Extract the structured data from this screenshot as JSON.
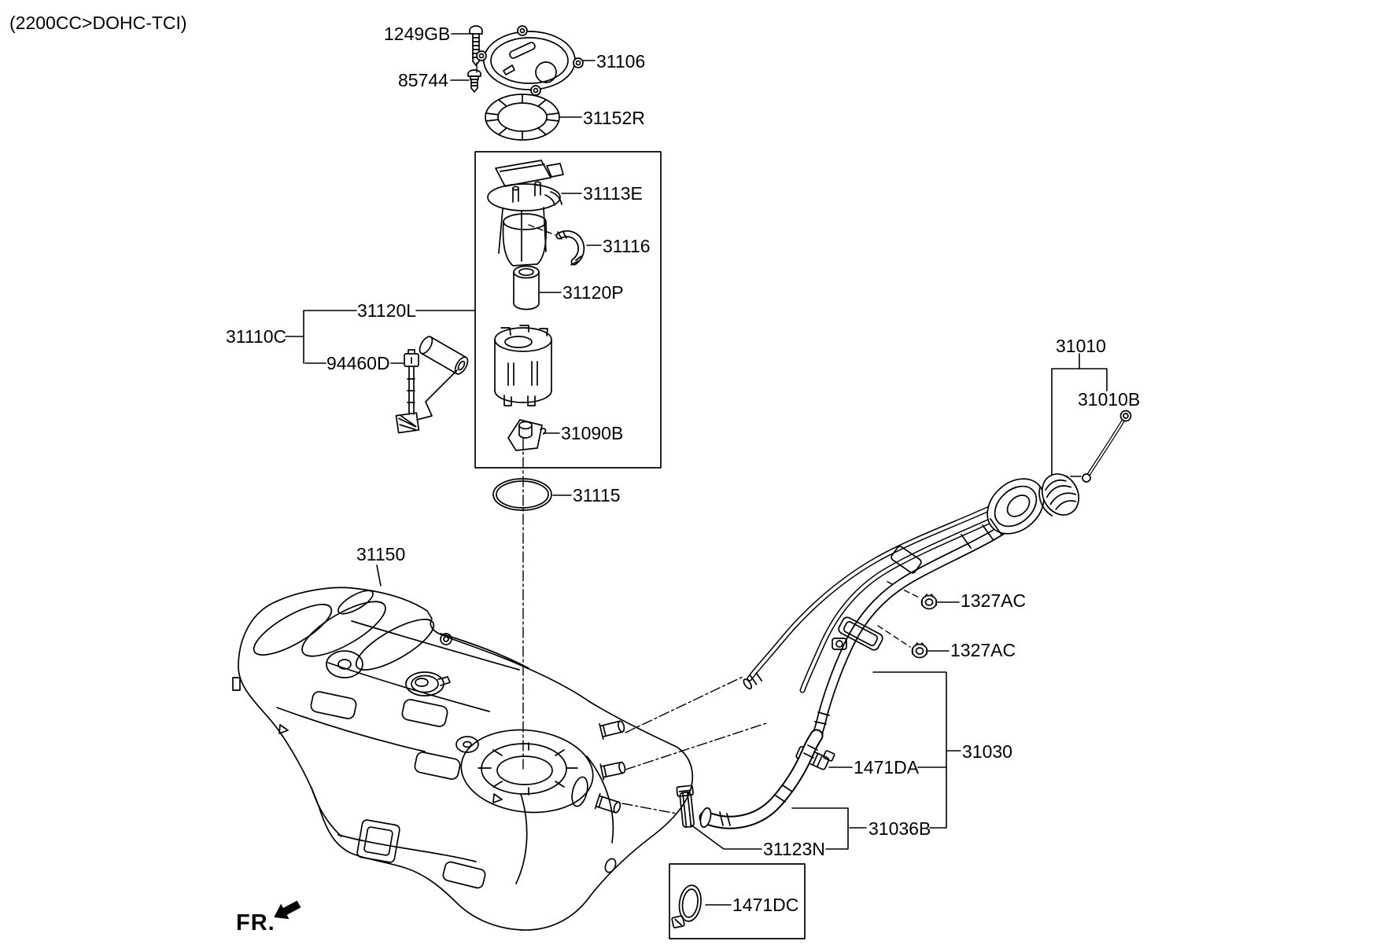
{
  "title": "(2200CC>DOHC-TCI)",
  "fr_label": "FR.",
  "colors": {
    "line": "#000000",
    "background": "#ffffff"
  },
  "parts": [
    {
      "code": "1249GB"
    },
    {
      "code": "85744"
    },
    {
      "code": "31106"
    },
    {
      "code": "31152R"
    },
    {
      "code": "31113E"
    },
    {
      "code": "31116"
    },
    {
      "code": "31120P"
    },
    {
      "code": "31120L"
    },
    {
      "code": "31110C"
    },
    {
      "code": "94460D"
    },
    {
      "code": "31090B"
    },
    {
      "code": "31115"
    },
    {
      "code": "31150"
    },
    {
      "code": "31010"
    },
    {
      "code": "31010B"
    },
    {
      "code": "1327AC"
    },
    {
      "code": "1327AC"
    },
    {
      "code": "31030"
    },
    {
      "code": "1471DA"
    },
    {
      "code": "31036B"
    },
    {
      "code": "31123N"
    },
    {
      "code": "1471DC"
    }
  ]
}
